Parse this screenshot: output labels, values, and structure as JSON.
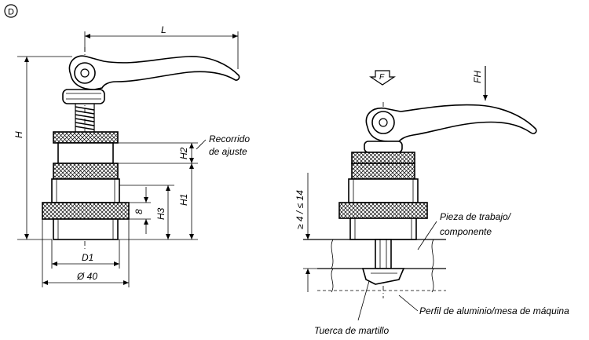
{
  "variant_label": "D",
  "dimensions": {
    "L": "L",
    "H": "H",
    "H1": "H1",
    "H2": "H2",
    "H3": "H3",
    "eight": "8",
    "D1": "D1",
    "dia40": "Ø 40",
    "stroke_range": "≥ 4 / ≤ 14"
  },
  "annotations": {
    "recorrido_line1": "Recorrido",
    "recorrido_line2": "de ajuste",
    "pieza_line1": "Pieza de trabajo/",
    "pieza_line2": "componente",
    "perfil": "Perfil de aluminio/mesa de máquina",
    "tuerca": "Tuerca de martillo"
  },
  "forces": {
    "F": "F",
    "FH": "FH"
  }
}
